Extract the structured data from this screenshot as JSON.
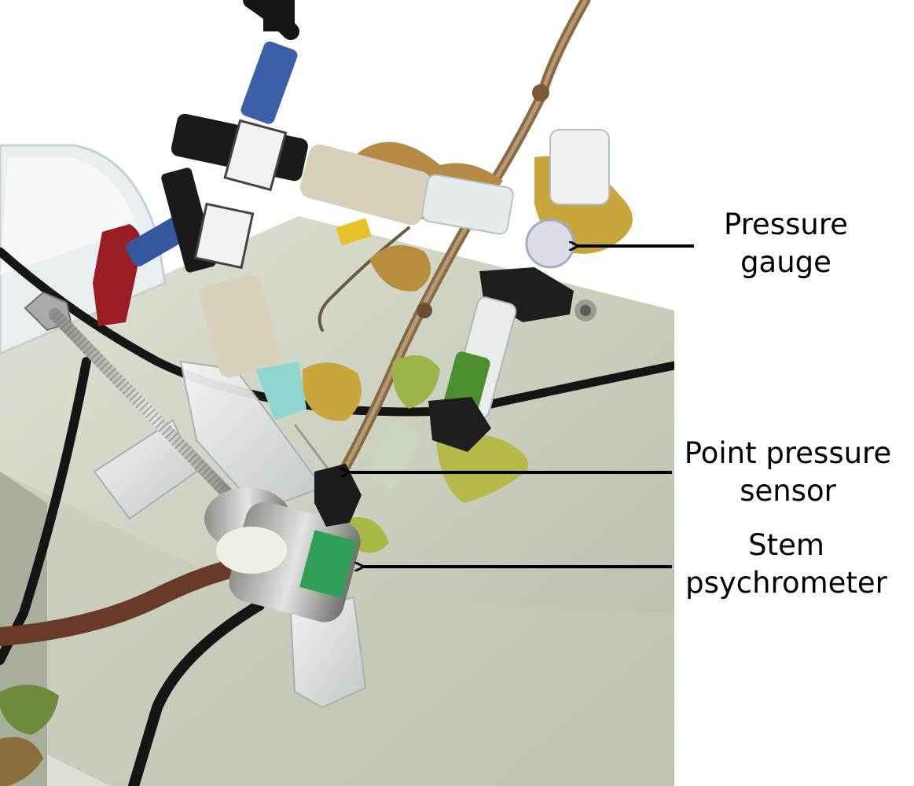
{
  "labels": {
    "pressure_gauge": [
      "Pressure",
      "gauge"
    ],
    "point_pressure_sensor": [
      "Point pressure",
      "sensor"
    ],
    "stem_psychrometer": [
      "Stem",
      "psychrometer"
    ]
  },
  "colors": {
    "label_text": "#000000",
    "arrow": "#000000",
    "background": "#ffffff",
    "device_body": "#c9cfbf",
    "leaf": "#c9a63c",
    "leaf_green": "#8fb13a",
    "psychrometer_label": "#2f9e57",
    "tubing": "#151515"
  }
}
